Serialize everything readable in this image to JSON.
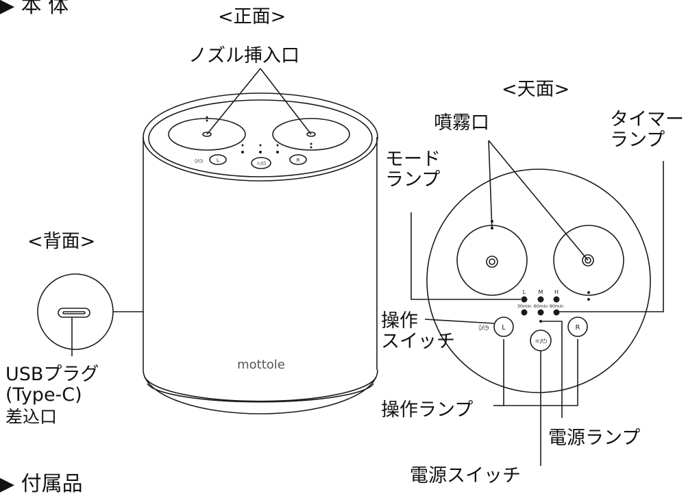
{
  "headings": {
    "main": "本 体",
    "accessories": "付属品",
    "front": "<正面>",
    "top": "<天面>",
    "back": "<背面>"
  },
  "callouts": {
    "nozzle_port": "ノズル挿入口",
    "spray_port": "噴霧口",
    "timer_lamp": [
      "タイマー",
      "ランプ"
    ],
    "mode_lamp": [
      "モード",
      "ランプ"
    ],
    "operation_switch": [
      "操作",
      "スイッチ"
    ],
    "operation_lamp": "操作ランプ",
    "power_lamp": "電源ランプ",
    "power_switch": "電源スイッチ",
    "usb_plug": [
      "USBプラグ",
      "(Type-C)",
      "差込口"
    ]
  },
  "device": {
    "brand": "mottole",
    "mode_labels": [
      "L",
      "M",
      "H"
    ],
    "timer_labels": [
      "30min",
      "60min",
      "90min"
    ],
    "left_button": "L",
    "right_button": "R",
    "mist_timer_symbol": "◊/◷",
    "power_symbol": "☼/⏻"
  }
}
